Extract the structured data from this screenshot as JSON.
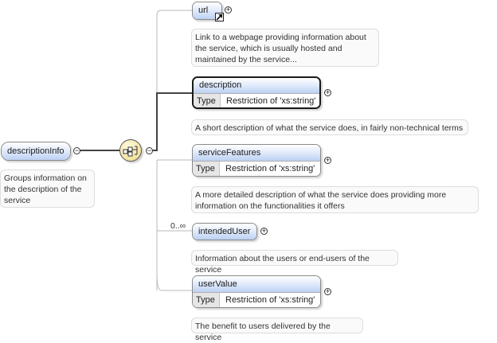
{
  "root": {
    "name": "descriptionInfo",
    "annotation": "Groups information on the description of the service"
  },
  "sequence": {
    "icon": "sequence-compositor-icon"
  },
  "type_label": "Type",
  "expand_symbol": "+",
  "collapse_symbol": "−",
  "elements": [
    {
      "name": "url",
      "annotation": "Link to a webpage providing information about the service, which is usually hosted and maintained by the service...",
      "icon": "external-link-icon"
    },
    {
      "name": "description",
      "type": "Restriction of 'xs:string'",
      "annotation": "A short description of what the service does, in fairly non-technical terms"
    },
    {
      "name": "serviceFeatures",
      "type": "Restriction of 'xs:string'",
      "annotation": "A more detailed description of what the service does providing more information on the functionalities it offers"
    },
    {
      "name": "intendedUser",
      "multiplicity": "0..∞",
      "annotation": "Information about the users or end-users of the service"
    },
    {
      "name": "userValue",
      "type": "Restriction of 'xs:string'",
      "annotation": "The benefit to users delivered by the service"
    }
  ]
}
